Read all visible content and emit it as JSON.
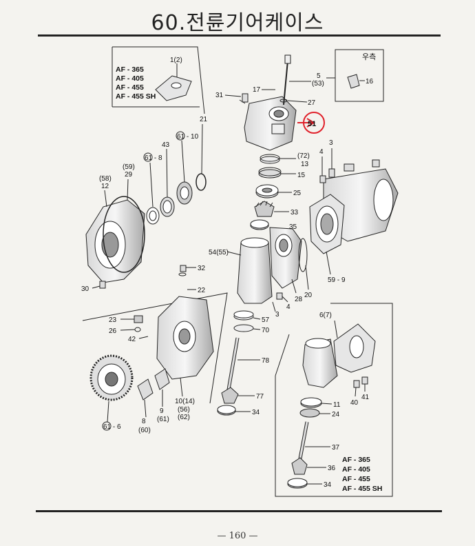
{
  "page": {
    "title": "60.전륜기어케이스",
    "page_number": "— 160 —"
  },
  "inset_right": {
    "label": "우측"
  },
  "models_top": [
    "AF - 365",
    "AF - 405",
    "AF - 455",
    "AF - 455 SH"
  ],
  "models_bottom": [
    "AF - 365",
    "AF - 405",
    "AF - 455",
    "AF - 455 SH"
  ],
  "callouts": {
    "c1_2": "1(2)",
    "c21": "21",
    "c61_10": "61 - 10",
    "c43": "43",
    "c61_8": "61 - 8",
    "c59_29": "(59)",
    "c29": "29",
    "c58": "(58)",
    "c12": "12",
    "c30": "30",
    "c31": "31",
    "c17": "17",
    "c5": "5",
    "c53": "(53)",
    "c16": "16",
    "c27": "27",
    "c51": "51",
    "c72": "(72)",
    "c13": "13",
    "c15": "15",
    "c25": "25",
    "c33": "33",
    "c35": "35",
    "c4a": "4",
    "c3a": "3",
    "c54": "54(55)",
    "c32": "32",
    "c22": "22",
    "c28": "28",
    "c20": "20",
    "c4b": "4",
    "c3b": "3",
    "c59_9": "59 - 9",
    "c23": "23",
    "c26": "26",
    "c42": "42",
    "c57": "57",
    "c70": "70",
    "c78": "78",
    "c77": "77",
    "c34a": "34",
    "c6_7": "6(7)",
    "c40": "40",
    "c41": "41",
    "c11": "11",
    "c24": "24",
    "c37": "37",
    "c36": "36",
    "c34b": "34",
    "c10_14": "10(14)",
    "c56": "(56)",
    "c62": "(62)",
    "c9": "9",
    "c61_9": "(61)",
    "c8": "8",
    "c60": "(60)",
    "c61_6": "61 - 6"
  },
  "colors": {
    "highlight": "#e0202a",
    "ink": "#222222",
    "paper": "#f4f3ef"
  }
}
